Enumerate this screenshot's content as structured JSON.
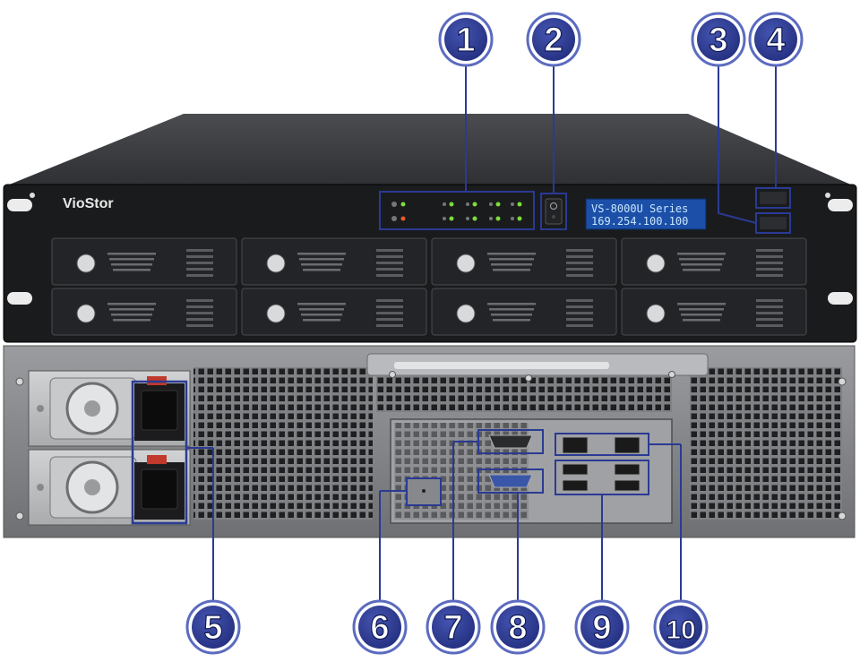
{
  "brand": "VioStor",
  "lcd": {
    "line1": "VS-8000U Series",
    "line2": "169.254.100.100"
  },
  "colors": {
    "callout_fill": "#2f3c8f",
    "callout_ring": "#5c6bc0",
    "callout_line": "#2a3a94",
    "chassis_front": "#17181a",
    "chassis_top": "#3d3f42",
    "rear_panel": "#8a8c8f",
    "lcd_bg": "#1b4fa8"
  },
  "callouts": [
    "1",
    "2",
    "3",
    "4",
    "5",
    "6",
    "7",
    "8",
    "9",
    "10"
  ]
}
